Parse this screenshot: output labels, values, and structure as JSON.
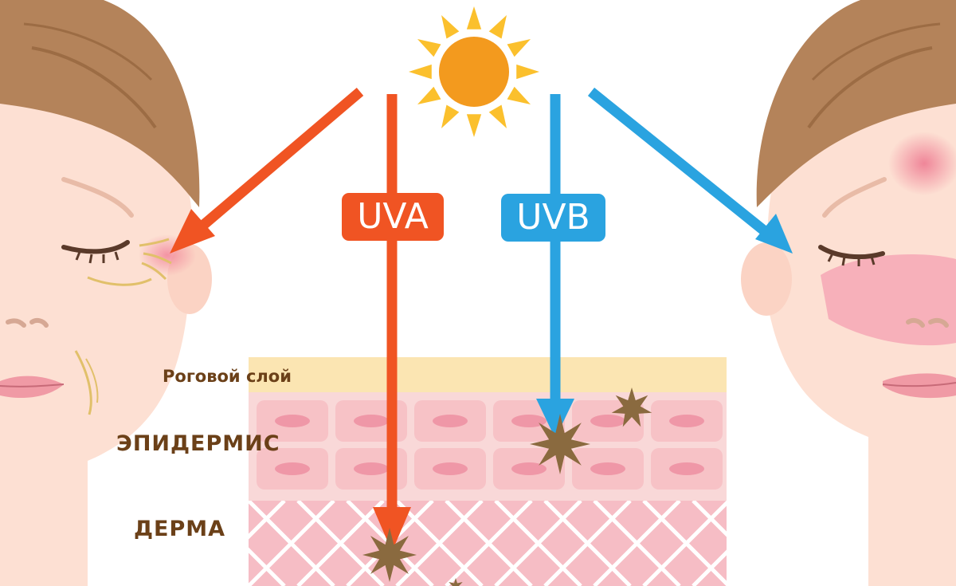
{
  "rays": {
    "uva_label": "UVA",
    "uvb_label": "UVB",
    "uva_color": "#f05423",
    "uvb_color": "#2aa3e0",
    "sun_color": "#f39a1e",
    "sun_ray_color": "#fbc02d"
  },
  "layers": {
    "horny": "Роговой слой",
    "epidermis": "ЭПИДЕРМИС",
    "dermis": "ДЕРМА",
    "horny_color": "#fbe5b2",
    "epidermis_color": "#f9d8d8",
    "cell_color": "#f7c2c6",
    "nucleus_color": "#ef97a7",
    "dermis_color": "#f6bdc5",
    "label_color": "#6b4018"
  },
  "faces": {
    "left_icon": "aged-face-wrinkles-icon",
    "right_icon": "sunburned-face-icon",
    "skin_color": "#fde0d3",
    "hair_color": "#b4835a"
  },
  "damage_icon": "damage-spot-icon"
}
